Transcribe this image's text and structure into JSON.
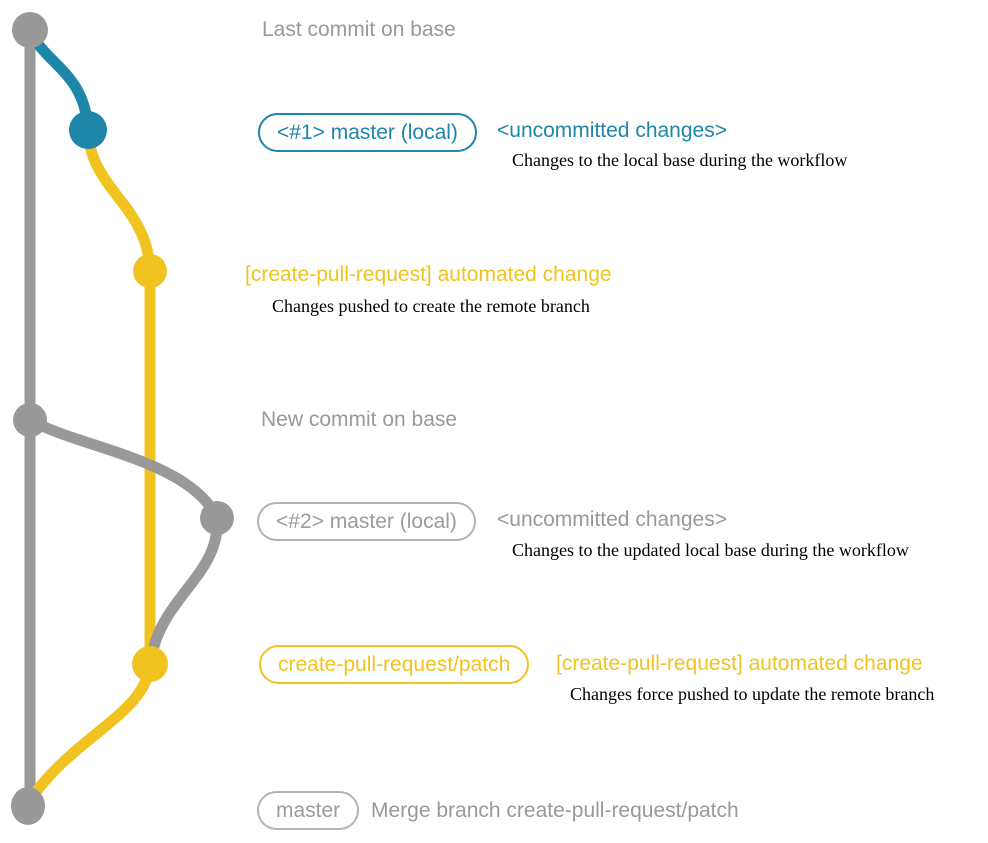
{
  "colors": {
    "gray": "#999999",
    "teal": "#1d86a9",
    "yellow": "#f0c320",
    "description_text": "#000000"
  },
  "sections": {
    "last_commit": {
      "heading": "Last commit on base"
    },
    "local_master_1": {
      "badge": "<#1> master (local)",
      "subtitle": "<uncommitted changes>",
      "description": "Changes to the local base during the workflow"
    },
    "automated_change_1": {
      "title": "[create-pull-request] automated change",
      "description": "Changes pushed to create the remote branch"
    },
    "new_commit": {
      "heading": "New commit on base"
    },
    "local_master_2": {
      "badge": "<#2> master (local)",
      "subtitle": "<uncommitted changes>",
      "description": "Changes to the updated local base during the workflow"
    },
    "automated_change_2": {
      "badge": "create-pull-request/patch",
      "title": "[create-pull-request] automated change",
      "description": "Changes force pushed to update the remote branch"
    },
    "merge": {
      "badge": "master",
      "title": "Merge branch create-pull-request/patch"
    }
  }
}
